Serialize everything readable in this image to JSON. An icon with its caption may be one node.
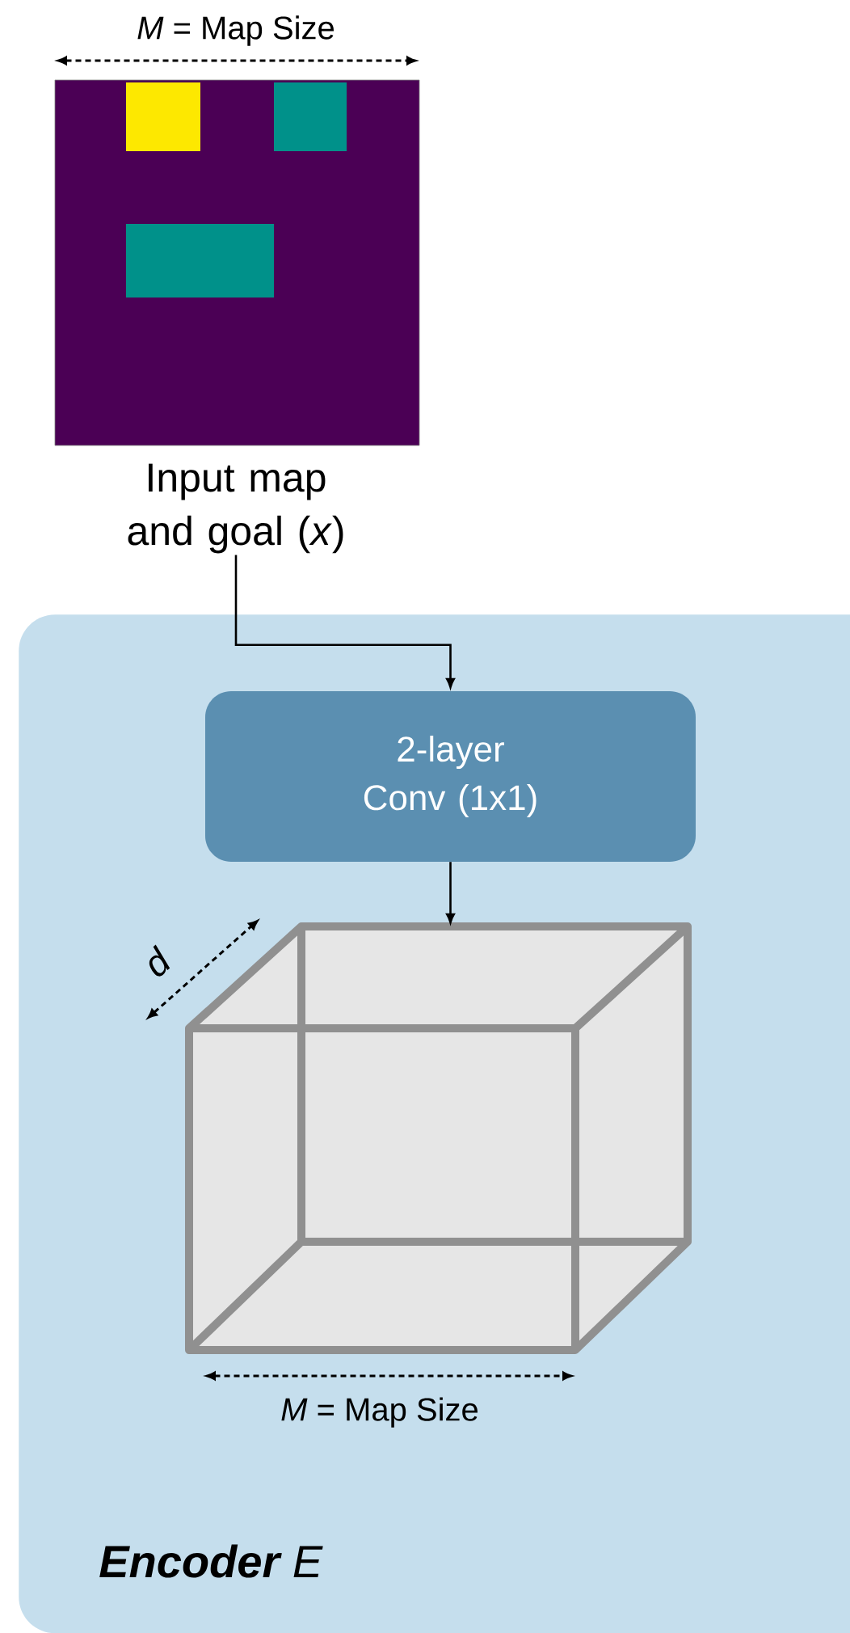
{
  "diagram": {
    "nodes": [
      {
        "text": [
          "Input map and goal (*x*)"
        ]
      },
      {
        "text": [
          "**Encoder** *E*"
        ]
      },
      {
        "text": [
          "2-layer Conv (1x1)"
        ],
        "in": 1
      },
      {
        "text": [],
        "shape": "box",
        "in": 1
      }
    ],
    "edges": [
      {
        "from": 0,
        "to": 2,
        "arrow": "to"
      },
      {
        "from": 2,
        "to": 3,
        "arrow": "to"
      }
    ],
    "labels": [
      "*M* = Map Size",
      "*d*",
      "*M* = Map Size"
    ]
  }
}
